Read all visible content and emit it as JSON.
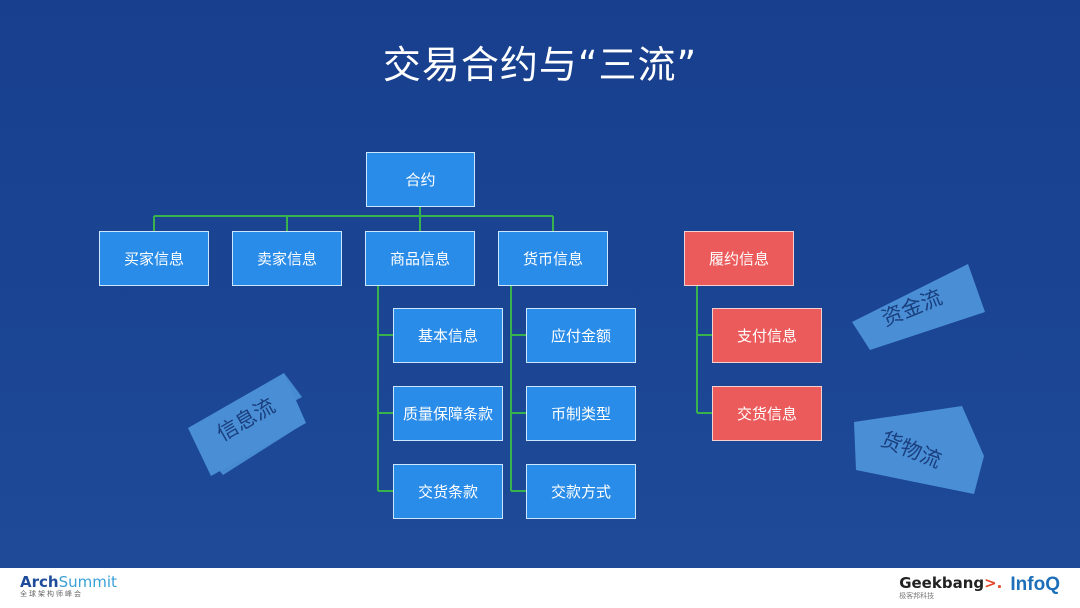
{
  "title": "交易合约与“三流”",
  "nodes": {
    "contract": "合约",
    "buyer": "买家信息",
    "seller": "卖家信息",
    "goods": "商品信息",
    "currency": "货币信息",
    "performance": "履约信息",
    "goods_basic": "基本信息",
    "goods_quality": "质量保障条款",
    "goods_delivery": "交货条款",
    "cur_payable": "应付金额",
    "cur_type": "币制类型",
    "cur_payment": "交款方式",
    "perf_payment": "支付信息",
    "perf_delivery": "交货信息"
  },
  "flows": {
    "info": "信息流",
    "funds": "资金流",
    "goods": "货物流"
  },
  "colors": {
    "background": "#1d4592",
    "box_blue": "#2a8ce9",
    "box_red": "#ec5b5b",
    "connector_green": "#37b24d",
    "arrow_fill": "#4a8fd6"
  },
  "footer": {
    "left_logo_main_a": "Arch",
    "left_logo_main_b": "Summit",
    "left_logo_sub": "全球架构师峰会",
    "right_logo_geek_a": "Geek",
    "right_logo_geek_b": "bang",
    "right_logo_geek_c": ">.",
    "right_logo_geek_sub": "极客邦科技",
    "right_logo_infoq": "InfoQ"
  }
}
